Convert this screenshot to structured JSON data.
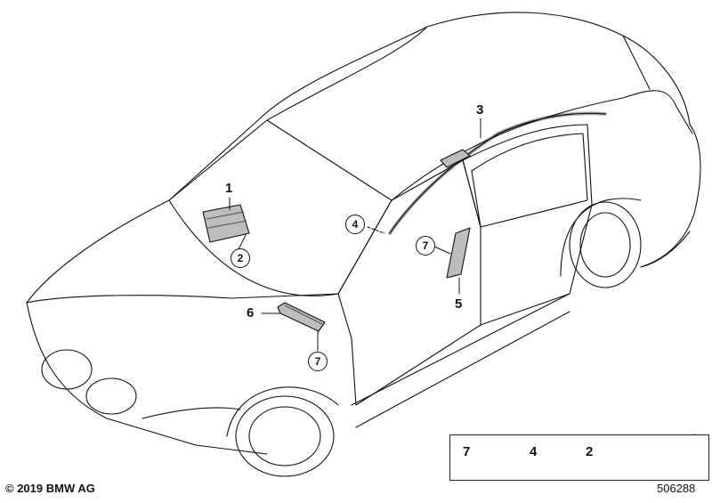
{
  "callouts": {
    "c1": "1",
    "c2": "2",
    "c3": "3",
    "c4": "4",
    "c5": "5",
    "c6": "6",
    "c7a": "7",
    "c7b": "7"
  },
  "legend": {
    "items": [
      {
        "number": "7",
        "icon": "nut-icon"
      },
      {
        "number": "4",
        "icon": "torx-screw-icon"
      },
      {
        "number": "2",
        "icon": "bolt-icon"
      }
    ],
    "arrow_icon": "orientation-arrow-icon"
  },
  "footer": {
    "copyright": "© 2019 BMW AG",
    "diagram_number": "506288"
  },
  "colors": {
    "line": "#111111",
    "part_fill": "#bdbdbd",
    "background": "#ffffff"
  }
}
